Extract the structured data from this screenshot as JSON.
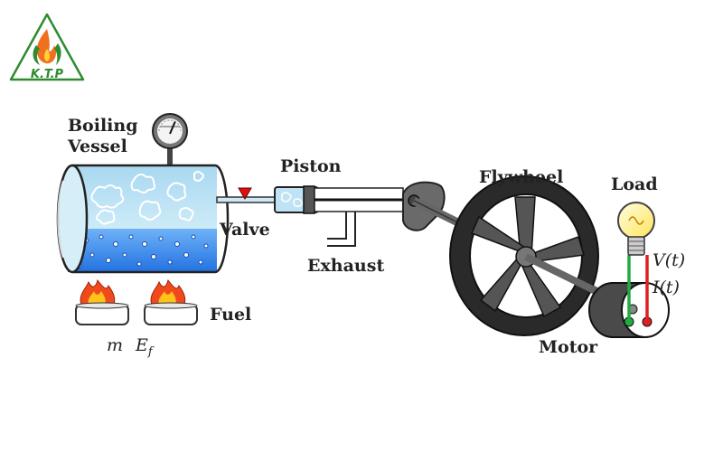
{
  "logo": {
    "text": "K.T.P"
  },
  "labels": {
    "boiling_vessel_line1": "Boiling",
    "boiling_vessel_line2": "Vessel",
    "piston": "Piston",
    "flywheel": "Flywheel",
    "load": "Load",
    "valve": "Valve",
    "exhaust": "Exhaust",
    "fuel": "Fuel",
    "motor": "Motor",
    "voltage": "V(t)",
    "current": "I(t)",
    "mass_symbol": "m",
    "energy_symbol": "E",
    "energy_subscript": "f"
  },
  "colors": {
    "water": "#3d8ff5",
    "steam": "#bfe3f5",
    "flame": "#f04a1c",
    "flame_inner": "#ffc21a",
    "logo_green": "#2e8b2e",
    "logo_orange": "#f07020",
    "wire_red": "#e02020",
    "wire_green": "#22aa44",
    "valve_red": "#e01010"
  }
}
